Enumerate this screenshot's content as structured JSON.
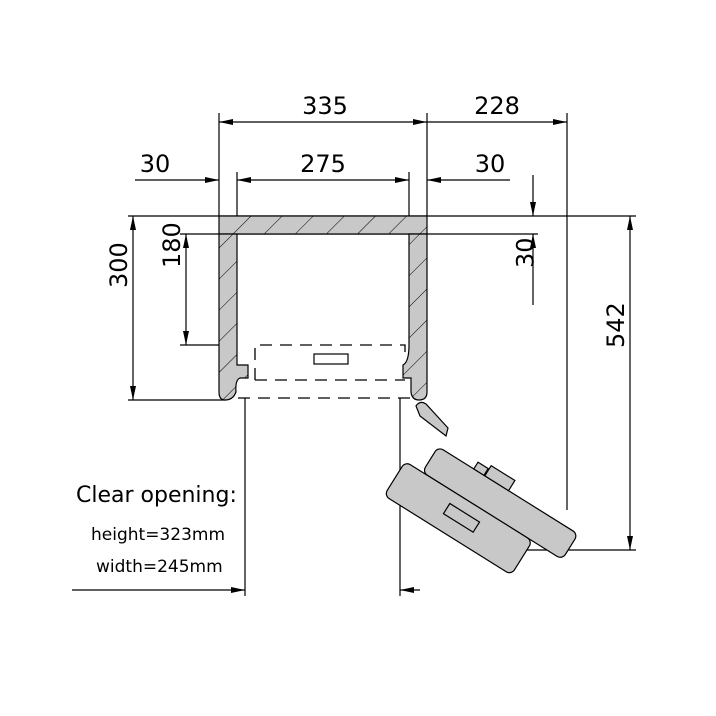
{
  "dimensions": {
    "outer_width": "335",
    "door_swing": "228",
    "left_wall": "30",
    "inner_width": "275",
    "right_wall": "30",
    "outer_height": "300",
    "inner_height": "180",
    "top_wall": "30",
    "total_depth": "542"
  },
  "notes": {
    "title": "Clear opening:",
    "height": "height=323mm",
    "width": "width=245mm"
  },
  "colors": {
    "wall_fill": "#c8c8c8",
    "line": "#000000"
  }
}
